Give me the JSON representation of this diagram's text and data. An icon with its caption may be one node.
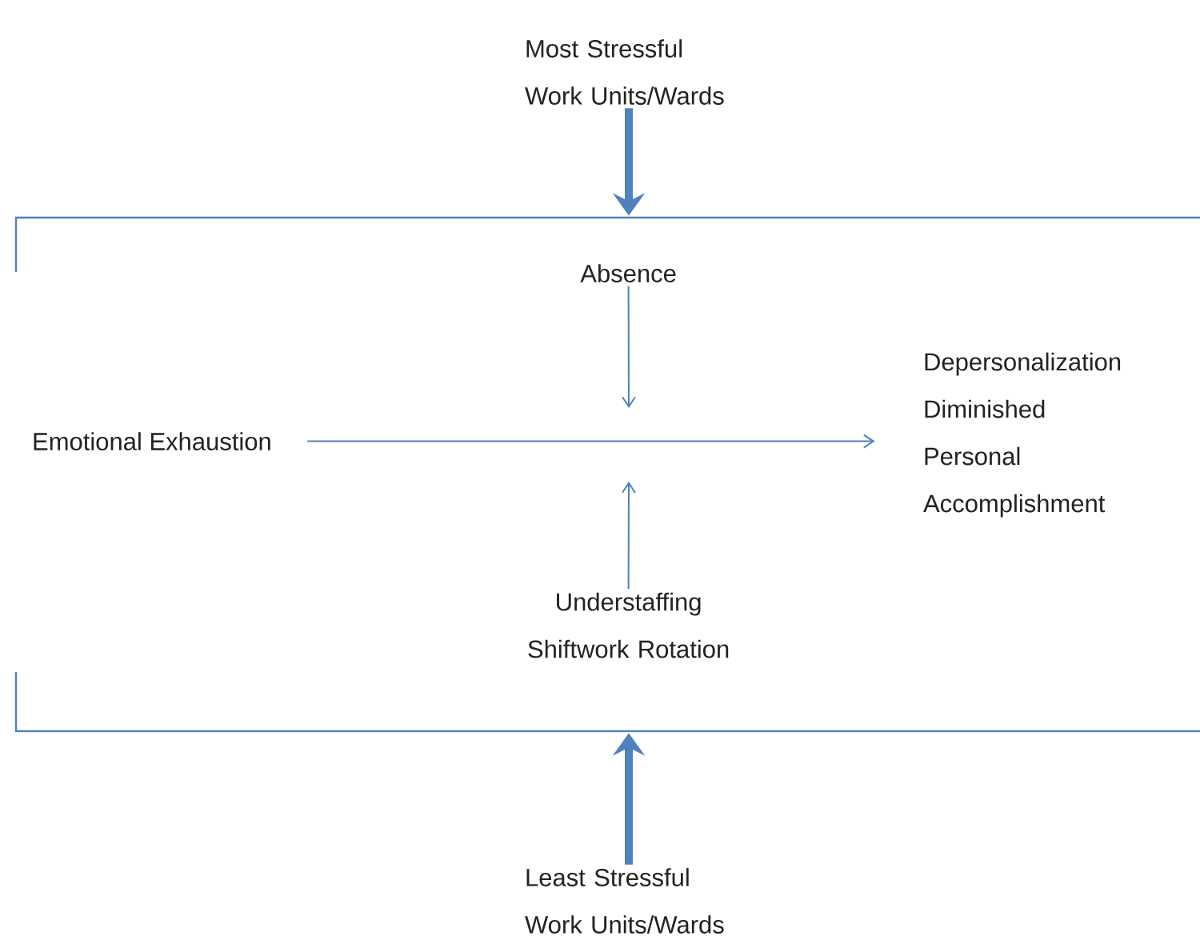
{
  "diagram": {
    "nodes": [
      {
        "text": [
          "Most Stressful Work Units/Wards"
        ]
      },
      {
        "text": [],
        "shape": "box"
      },
      {
        "text": [
          "Absence"
        ],
        "in": 1
      },
      {
        "text": [
          "Emotional Exhaustion"
        ],
        "in": 1
      },
      {
        "text": [
          "Depersonalization",
          "Diminished Personal Accomplishment"
        ],
        "in": 1
      },
      {
        "text": [
          "Understaffing",
          "Shiftwork Rotation"
        ],
        "in": 1
      },
      {
        "text": [
          "Least Stressful Work Units/Wards"
        ]
      }
    ],
    "edges": [
      {
        "from": 0,
        "to": 1,
        "arrow": "to",
        "style": "thick"
      },
      {
        "from": 6,
        "to": 1,
        "arrow": "to",
        "style": "thick"
      },
      {
        "from": 3,
        "to": 4,
        "arrow": "to"
      },
      {
        "from": 2,
        "to": null,
        "arrow": "to"
      },
      {
        "from": 5,
        "to": null,
        "arrow": "to"
      }
    ]
  }
}
